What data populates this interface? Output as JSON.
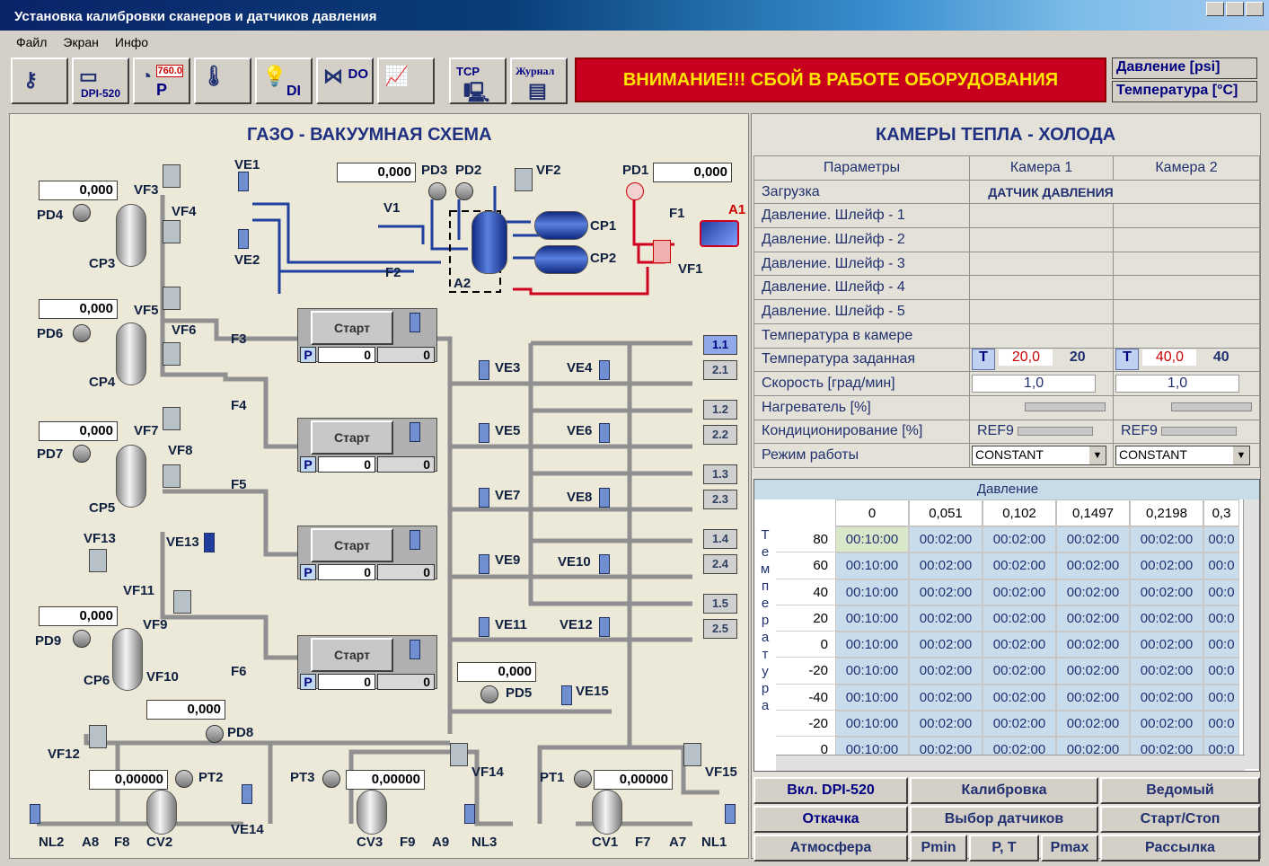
{
  "title": "Установка калибровки сканеров и датчиков давления",
  "menu": [
    "Файл",
    "Экран",
    "Инфо"
  ],
  "toolbar": {
    "dpi": "DPI-520",
    "p_val": "760.0",
    "p": "P",
    "di": "DI",
    "do": "DO",
    "tcp": "TCP",
    "journal": "Журнал"
  },
  "alarm": "ВНИМАНИЕ!!! СБОЙ В РАБОТЕ ОБОРУДОВАНИЯ",
  "units": {
    "pressure": "Давление [psi]",
    "temperature": "Температура [°C]"
  },
  "left": {
    "title": "ГАЗО - ВАКУУМНАЯ СХЕМА",
    "labels": {
      "VE1": "VE1",
      "VE2": "VE2",
      "VF3": "VF3",
      "VF4": "VF4",
      "PD4": "PD4",
      "CP3": "CP3",
      "VF5": "VF5",
      "VF6": "VF6",
      "PD6": "PD6",
      "CP4": "CP4",
      "VF7": "VF7",
      "VF8": "VF8",
      "PD7": "PD7",
      "CP5": "CP5",
      "F3": "F3",
      "F4": "F4",
      "F5": "F5",
      "F6": "F6",
      "VF13": "VF13",
      "VE13": "VE13",
      "VF11": "VF11",
      "VF9": "VF9",
      "VF10": "VF10",
      "PD9": "PD9",
      "CP6": "CP6",
      "PD8": "PD8",
      "VF12": "VF12",
      "PT2": "PT2",
      "VE14": "VE14",
      "NL2": "NL2",
      "A8": "A8",
      "F8": "F8",
      "CV2": "CV2",
      "PT3": "PT3",
      "CV3": "CV3",
      "F9": "F9",
      "A9": "A9",
      "NL3": "NL3",
      "VF14": "VF14",
      "PT1": "PT1",
      "VF15": "VF15",
      "CV1": "CV1",
      "F7": "F7",
      "A7": "A7",
      "NL1": "NL1",
      "PD3": "PD3",
      "PD2": "PD2",
      "VF2": "VF2",
      "PD1": "PD1",
      "V1": "V1",
      "CP1": "CP1",
      "CP2": "CP2",
      "F1": "F1",
      "A1": "A1",
      "F2": "F2",
      "A2": "A2",
      "VF1": "VF1",
      "VE3": "VE3",
      "VE4": "VE4",
      "VE5": "VE5",
      "VE6": "VE6",
      "VE7": "VE7",
      "VE8": "VE8",
      "VE9": "VE9",
      "VE10": "VE10",
      "VE11": "VE11",
      "VE12": "VE12",
      "PD5": "PD5",
      "VE15": "VE15"
    },
    "values": {
      "pd4": "0,000",
      "pd6": "0,000",
      "pd7": "0,000",
      "pd9": "0,000",
      "pd8": "0,000",
      "pd3": "0,000",
      "pd1": "0,000",
      "pd5": "0,000",
      "pt2": "0,00000",
      "pt3": "0,00000",
      "pt1": "0,00000"
    },
    "start_label": "Старт",
    "p_label": "P",
    "chambers": [
      {
        "p": "0",
        "p2": "0"
      },
      {
        "p": "0",
        "p2": "0"
      },
      {
        "p": "0",
        "p2": "0"
      },
      {
        "p": "0",
        "p2": "0"
      }
    ],
    "ports": [
      "1.1",
      "2.1",
      "1.2",
      "2.2",
      "1.3",
      "2.3",
      "1.4",
      "2.4",
      "1.5",
      "2.5"
    ]
  },
  "right": {
    "title": "КАМЕРЫ ТЕПЛА - ХОЛОДА",
    "params_header": "Параметры",
    "cam1": "Камера 1",
    "cam2": "Камера 2",
    "load": "Загрузка",
    "load_val": "ДАТЧИК ДАВЛЕНИЯ",
    "loops": [
      "Давление.  Шлейф - 1",
      "Давление.  Шлейф - 2",
      "Давление.  Шлейф - 3",
      "Давление.  Шлейф - 4",
      "Давление.  Шлейф - 5"
    ],
    "temp_cam": "Температура в камере",
    "temp_set": "Температура заданная",
    "speed": "Скорость [град/мин]",
    "heater": "Нагреватель [%]",
    "cond": "Кондиционирование [%]",
    "mode": "Режим работы",
    "t": "T",
    "c1_set": "20,0",
    "c1_set2": "20",
    "c2_set": "40,0",
    "c2_set2": "40",
    "c1_speed": "1,0",
    "c2_speed": "1,0",
    "ref": "REF9",
    "mode_val": "CONSTANT",
    "grid": {
      "title": "Давление",
      "cols": [
        "0",
        "0,051",
        "0,102",
        "0,1497",
        "0,2198",
        "0,3"
      ],
      "vlabel": "Температура",
      "rows": [
        {
          "k": "80",
          "v": [
            "00:10:00",
            "00:02:00",
            "00:02:00",
            "00:02:00",
            "00:02:00",
            "00:0"
          ]
        },
        {
          "k": "60",
          "v": [
            "00:10:00",
            "00:02:00",
            "00:02:00",
            "00:02:00",
            "00:02:00",
            "00:0"
          ]
        },
        {
          "k": "40",
          "v": [
            "00:10:00",
            "00:02:00",
            "00:02:00",
            "00:02:00",
            "00:02:00",
            "00:0"
          ]
        },
        {
          "k": "20",
          "v": [
            "00:10:00",
            "00:02:00",
            "00:02:00",
            "00:02:00",
            "00:02:00",
            "00:0"
          ]
        },
        {
          "k": "0",
          "v": [
            "00:10:00",
            "00:02:00",
            "00:02:00",
            "00:02:00",
            "00:02:00",
            "00:0"
          ]
        },
        {
          "k": "-20",
          "v": [
            "00:10:00",
            "00:02:00",
            "00:02:00",
            "00:02:00",
            "00:02:00",
            "00:0"
          ]
        },
        {
          "k": "-40",
          "v": [
            "00:10:00",
            "00:02:00",
            "00:02:00",
            "00:02:00",
            "00:02:00",
            "00:0"
          ]
        },
        {
          "k": "-20",
          "v": [
            "00:10:00",
            "00:02:00",
            "00:02:00",
            "00:02:00",
            "00:02:00",
            "00:0"
          ]
        },
        {
          "k": "0",
          "v": [
            "00:10:00",
            "00:02:00",
            "00:02:00",
            "00:02:00",
            "00:02:00",
            "00:0"
          ]
        }
      ]
    },
    "buttons": {
      "dpi_on": "Вкл. DPI-520",
      "calib": "Калибровка",
      "slave": "Ведомый",
      "pump": "Откачка",
      "select": "Выбор датчиков",
      "startstop": "Старт/Стоп",
      "atm": "Атмосфера",
      "pmin": "Pmin",
      "pt": "P, T",
      "pmax": "Pmax",
      "mail": "Рассылка"
    }
  },
  "colors": {
    "alarm_bg": "#c8001e",
    "alarm_text": "#ffe600",
    "pipe_blue": "#2040a0",
    "pipe_red": "#d00020"
  }
}
